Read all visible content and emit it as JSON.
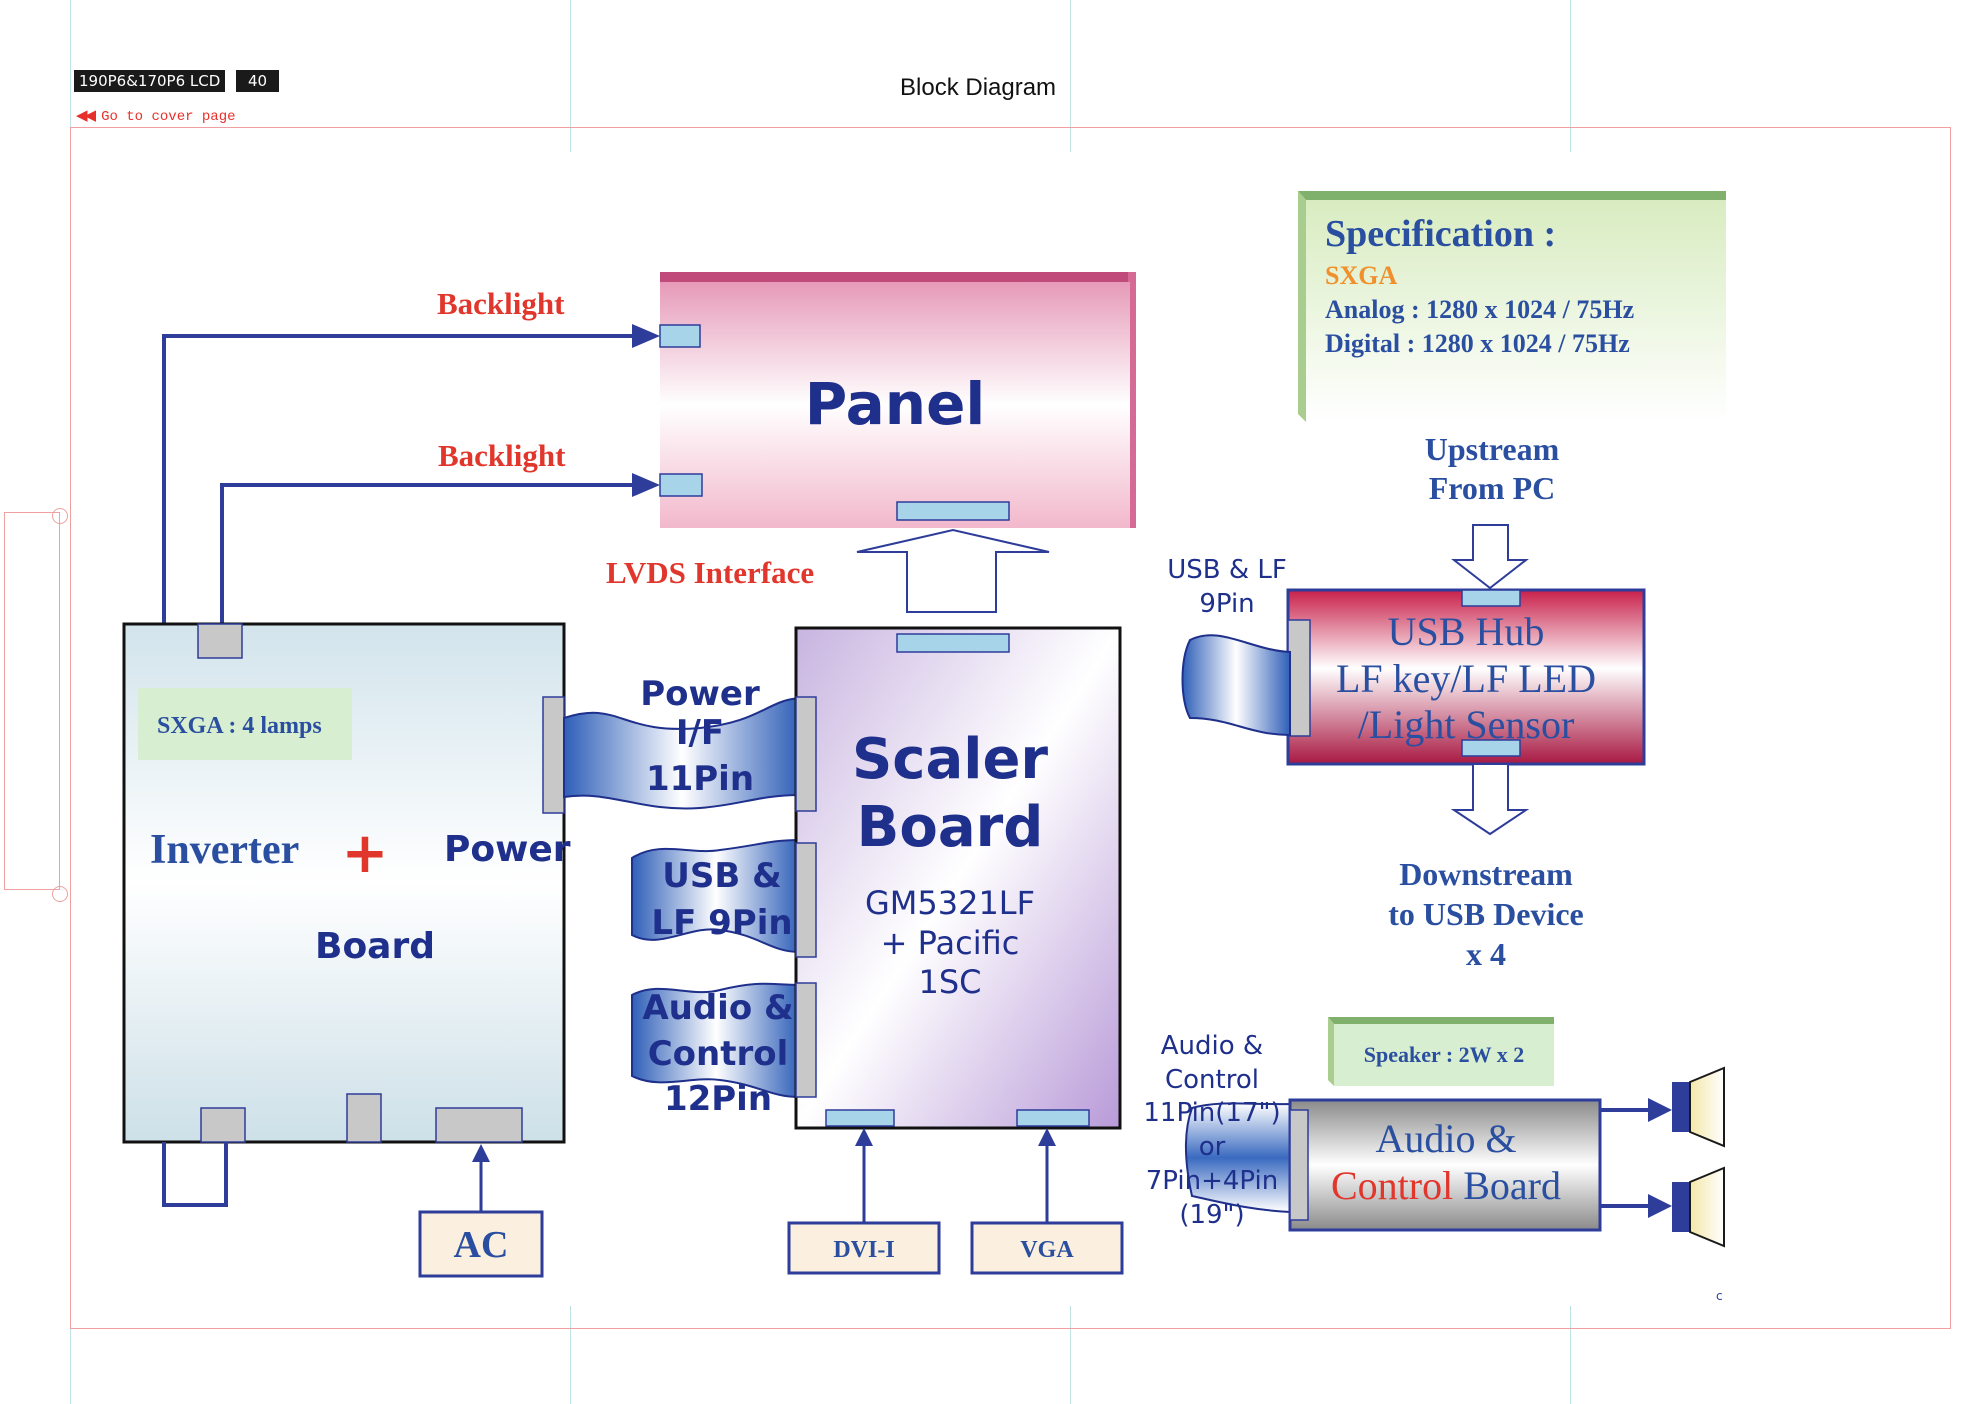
{
  "header": {
    "model_label": "190P6&170P6 LCD",
    "page_number": "40",
    "title": "Block Diagram",
    "cover_link": "Go to cover page"
  },
  "specification": {
    "heading": "Specification :",
    "format": "SXGA",
    "analog": "Analog : 1280 x 1024 / 75Hz",
    "digital": "Digital : 1280 x 1024 / 75Hz"
  },
  "panel": {
    "label": "Panel"
  },
  "backlight": {
    "top": "Backlight",
    "bottom": "Backlight"
  },
  "lvds_label": "LVDS Interface",
  "inverter": {
    "lamps": "SXGA : 4 lamps",
    "inverter": "Inverter",
    "plus": "+",
    "power": "Power",
    "board": "Board"
  },
  "scaler": {
    "line1": "Scaler",
    "line2": "Board",
    "chip1": "GM5321LF",
    "chip2": "+ Pacific",
    "chip3": "1SC"
  },
  "cables": {
    "power_if": [
      "Power",
      "I/F",
      "11Pin"
    ],
    "usb_lf": [
      "USB &",
      "LF 9Pin"
    ],
    "audio_ctrl": [
      "Audio &",
      "Control",
      "12Pin"
    ],
    "usb_lf_9pin": [
      "USB & LF",
      "9Pin"
    ],
    "audio_ctrl_right": [
      "Audio &",
      "Control",
      "11Pin(17\")",
      "or",
      "7Pin+4Pin",
      "(19\")"
    ]
  },
  "usb_hub": {
    "line1": "USB Hub",
    "line2": "LF key/LF LED",
    "line3": "/Light Sensor",
    "upstream": [
      "Upstream",
      "From PC"
    ],
    "downstream": [
      "Downstream",
      "to USB Device",
      "x 4"
    ]
  },
  "speaker": {
    "label": "Speaker : 2W x 2"
  },
  "audio_board": {
    "line1": "Audio &",
    "line2a": "Control",
    "line2b": " Board"
  },
  "inputs": {
    "ac": "AC",
    "dvi": "DVI-I",
    "vga": "VGA"
  },
  "footer_mark": "c",
  "colors": {
    "line_blue": "#2e3c9a",
    "label_red": "#e1362c",
    "spec_orange": "#f0902c",
    "text_blue": "#2a4fa0",
    "scaler_text": "#1e2f8c"
  }
}
